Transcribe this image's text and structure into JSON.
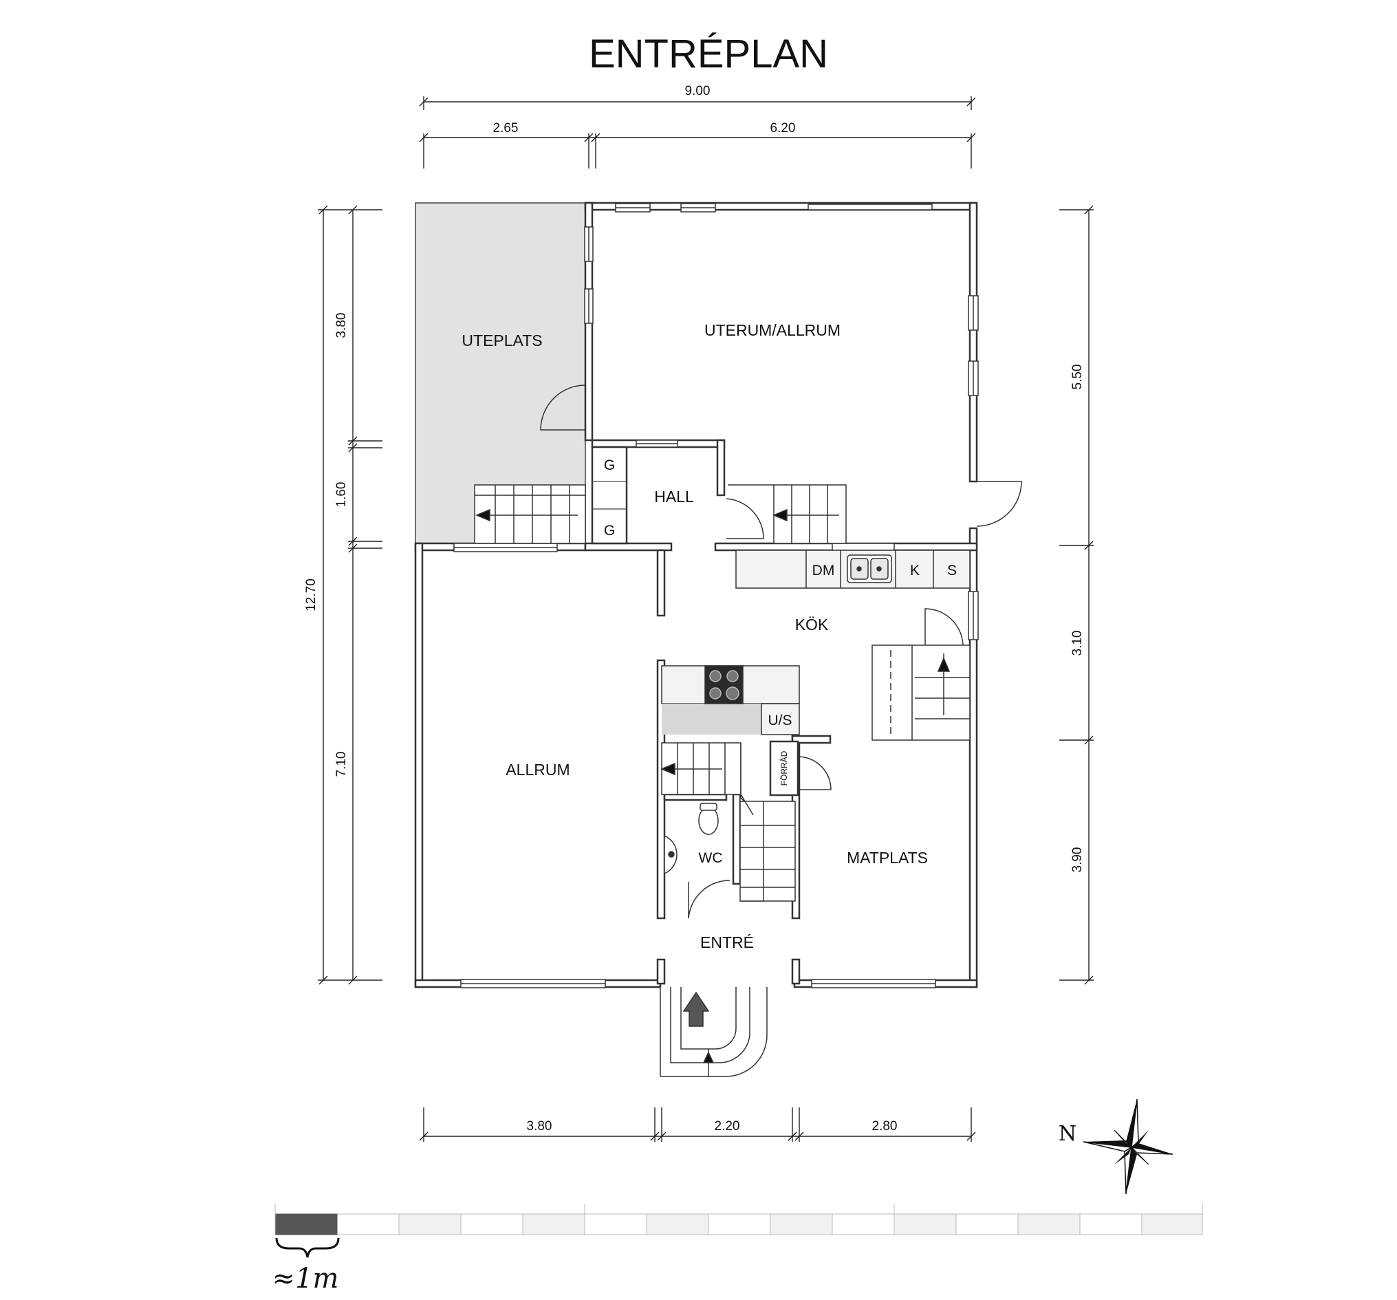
{
  "title": "ENTRÉPLAN",
  "rooms": {
    "uteplats": "UTEPLATS",
    "uterum": "UTERUM/ALLRUM",
    "hall": "HALL",
    "kok": "KÖK",
    "allrum": "ALLRUM",
    "matplats": "MATPLATS",
    "wc": "WC",
    "entre": "ENTRÉ"
  },
  "fixtures": {
    "g1": "G",
    "g2": "G",
    "dm": "DM",
    "k": "K",
    "s": "S",
    "us": "U/S",
    "forrad": "FÖRRÅD"
  },
  "dimensions": {
    "top_total": "9.00",
    "top_left": "2.65",
    "top_right": "6.20",
    "left_total": "12.70",
    "left_a": "3.80",
    "left_b": "1.60",
    "left_c": "7.10",
    "right_a": "5.50",
    "right_b": "3.10",
    "right_c": "3.90",
    "bottom_a": "3.80",
    "bottom_b": "2.20",
    "bottom_c": "2.80"
  },
  "compass_label": "N",
  "scale_label": "≈1m"
}
